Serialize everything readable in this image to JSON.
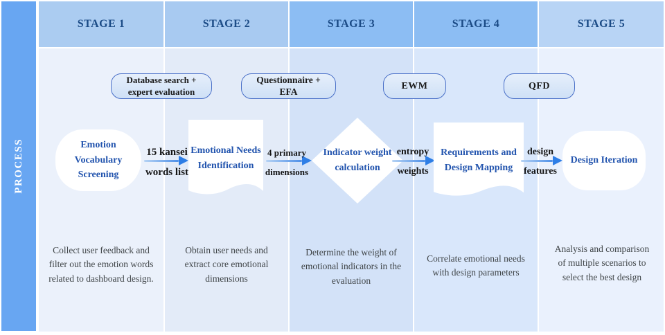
{
  "sidebar": {
    "label": "PROCESS"
  },
  "stages": [
    {
      "label": "STAGE 1",
      "description": "Collect user feedback and\nfilter out the emotion words\nrelated to dashboard design."
    },
    {
      "label": "STAGE 2",
      "description": "Obtain user needs and\nextract core emotional\ndimensions"
    },
    {
      "label": "STAGE 3",
      "description": "Determine the weight of\nemotional indicators in the\nevaluation"
    },
    {
      "label": "STAGE 4",
      "description": "Correlate emotional needs\nwith design parameters"
    },
    {
      "label": "STAGE 5",
      "description": "Analysis and comparison\nof multiple scenarios to\nselect the best design"
    }
  ],
  "tools": [
    {
      "label": "Database search +\nexpert evaluation"
    },
    {
      "label": "Questionnaire +\nEFA"
    },
    {
      "label": "EWM"
    },
    {
      "label": "QFD"
    }
  ],
  "steps": [
    {
      "label": "Emotion\nVocabulary\nScreening",
      "shape": "rounded-blob"
    },
    {
      "label": "Emotional Needs\nIdentification",
      "shape": "document"
    },
    {
      "label": "Indicator weight\ncalculation",
      "shape": "diamond"
    },
    {
      "label": "Requirements and\nDesign Mapping",
      "shape": "document"
    },
    {
      "label": "Design Iteration",
      "shape": "rounded-rectangle"
    }
  ],
  "arrows": [
    {
      "top": "15 kansei",
      "bottom": "words list"
    },
    {
      "top": "4 primary",
      "bottom": "dimensions"
    },
    {
      "top": "entropy",
      "bottom": "weights"
    },
    {
      "top": "design",
      "bottom": "features"
    }
  ],
  "colors": {
    "sidebar": "#68A6F2",
    "header_light": "#ABCCF1",
    "header_dark": "#8CBDF3",
    "header_stage5": "#B8D4F5",
    "stage_label_text": "#1B4B86",
    "step_label_text": "#2254AE",
    "arrow_blue": "#2E7EE6",
    "pill_border": "#4A70C8",
    "shape_fill": "#FFFFFF"
  }
}
